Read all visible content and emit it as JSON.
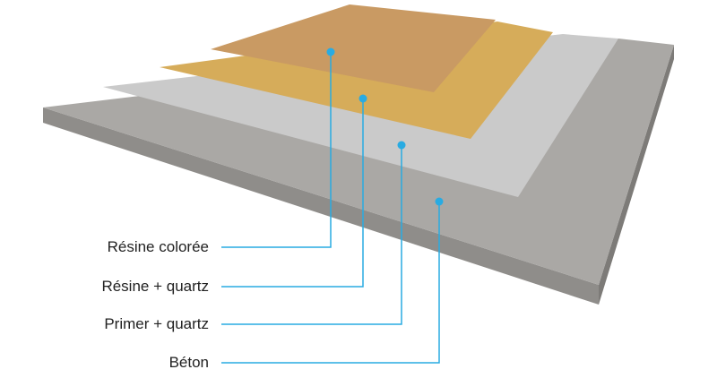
{
  "layers": [
    {
      "label": "Résine colorée",
      "color": "#c99a63"
    },
    {
      "label": "Résine + quartz",
      "color": "#d6ac5a"
    },
    {
      "label": "Primer + quartz",
      "color": "#c9c9c9"
    },
    {
      "label": "Béton",
      "color": "#a8a6a3"
    }
  ],
  "accent": "#29abe2"
}
